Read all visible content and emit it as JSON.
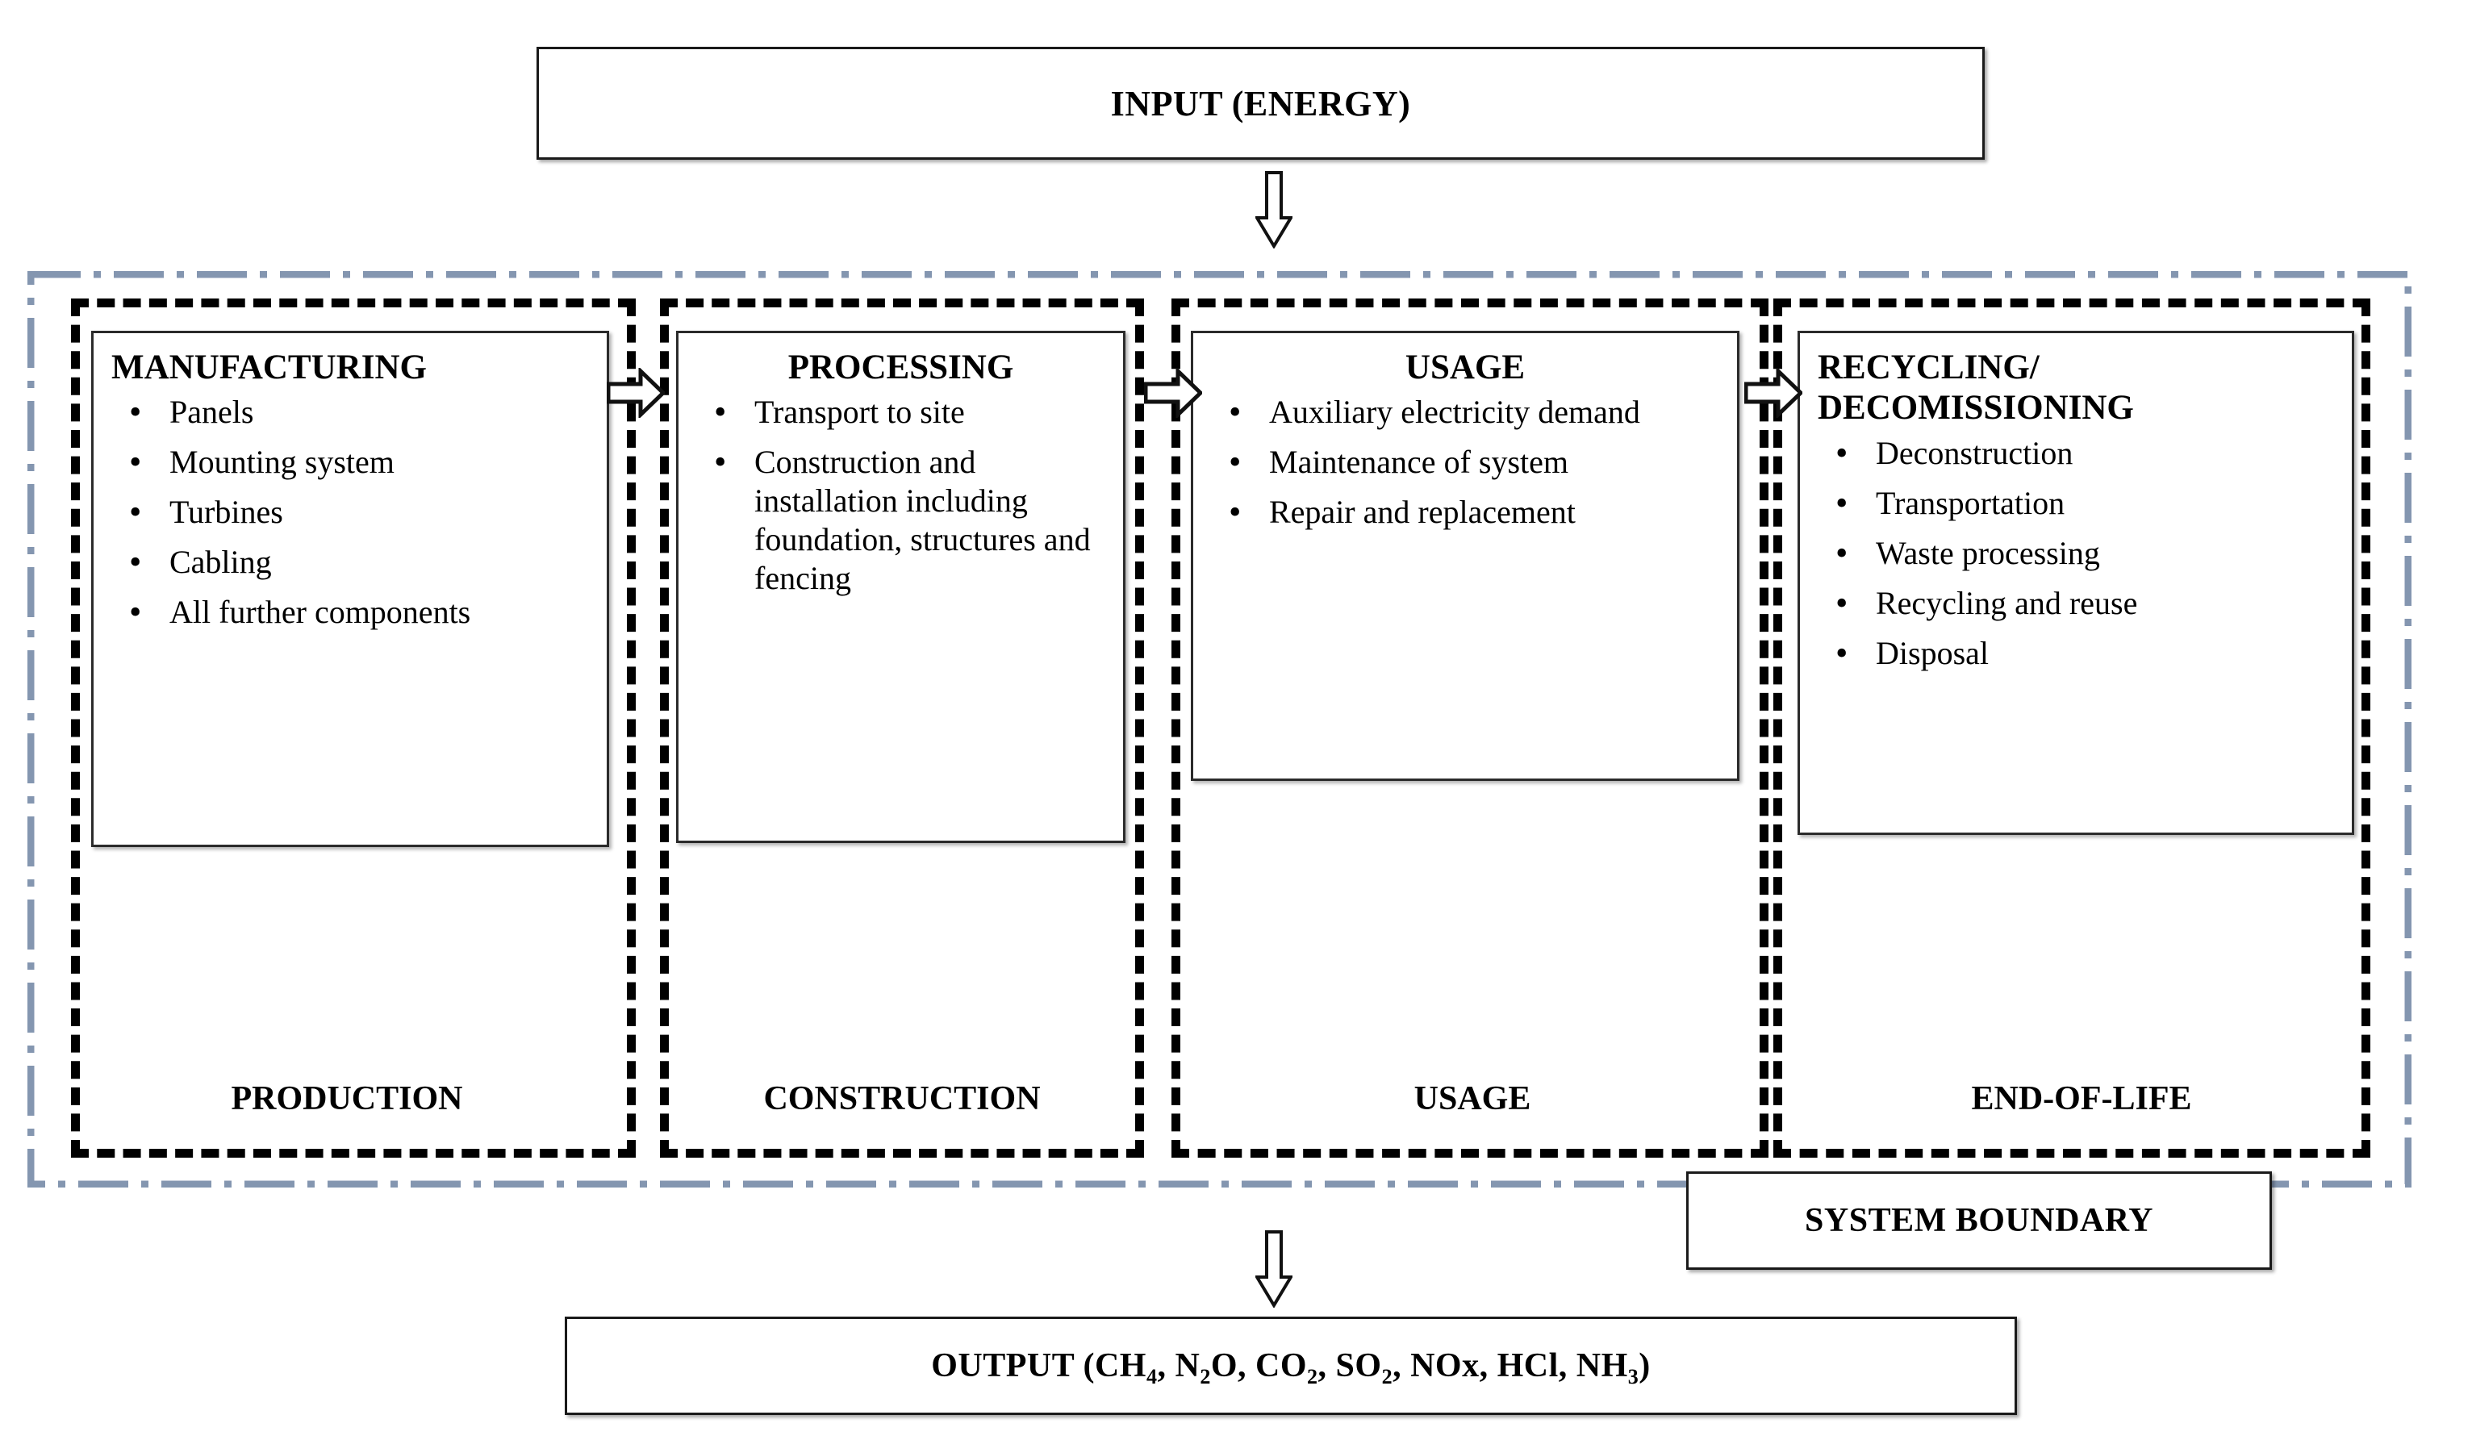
{
  "diagram": {
    "title": "Life cycle assessment system boundary diagram",
    "input_bar": {
      "label": "INPUT (ENERGY)"
    },
    "output_bar": {
      "prefix": "OUTPUT (CH",
      "full_label": "OUTPUT (CH4, N2O, CO2, SO2, NOX, HCl, NH3)",
      "species": [
        "CH4",
        "N2O",
        "CO2",
        "SO2",
        "NOx",
        "HCl",
        "NH3"
      ]
    },
    "system_boundary": {
      "label": "SYSTEM BOUNDARY"
    },
    "colors": {
      "boundary_line": "#8496B0",
      "phase_dash": "#000000",
      "card_border": "#2b2b2b",
      "text": "#000000",
      "background": "#ffffff"
    },
    "phases": [
      {
        "caption": "PRODUCTION",
        "card_title": "MANUFACTURING",
        "title_align": "left",
        "items": [
          "Panels",
          "Mounting system",
          "Turbines",
          "Cabling",
          "All further components"
        ]
      },
      {
        "caption": "CONSTRUCTION",
        "card_title": "PROCESSING",
        "title_align": "center",
        "items": [
          "Transport to site",
          "Construction and installation including foundation, structures and fencing"
        ]
      },
      {
        "caption": "USAGE",
        "card_title": "USAGE",
        "title_align": "center",
        "items": [
          "Auxiliary electricity demand",
          "Maintenance of system",
          "Repair and replacement"
        ]
      },
      {
        "caption": "END-OF-LIFE",
        "card_title": "RECYCLING/ DECOMISSIONING",
        "title_align": "left",
        "items": [
          "Deconstruction",
          "Transportation",
          "Waste processing",
          "Recycling and reuse",
          "Disposal"
        ]
      }
    ],
    "arrows": {
      "input_down": "down-arrow-icon",
      "output_down": "down-arrow-icon",
      "between_phases": "right-arrow-icon",
      "flow_count": 3
    }
  }
}
